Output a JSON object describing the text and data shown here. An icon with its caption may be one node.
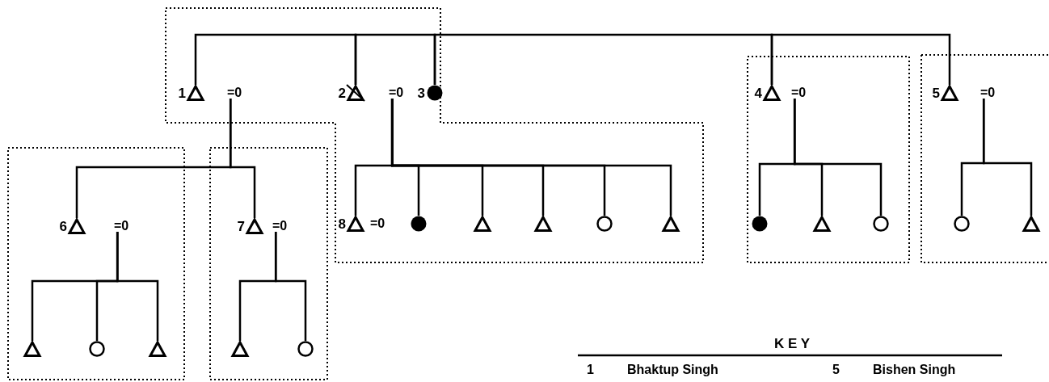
{
  "diagram": {
    "nodes": [
      {
        "text": [],
        "shape": "triangle",
        "beside": [
          "1"
        ]
      },
      {
        "text": [
          "=0"
        ]
      },
      {
        "text": [],
        "shape": "triangle",
        "beside": [
          "2"
        ]
      },
      {
        "text": [
          "=0"
        ]
      },
      {
        "text": [],
        "shape": "disc",
        "beside": [
          "3"
        ]
      },
      {
        "text": [],
        "shape": "triangle",
        "beside": [
          "4"
        ]
      },
      {
        "text": [
          "=0"
        ]
      },
      {
        "text": [],
        "shape": "triangle",
        "beside": [
          "5"
        ]
      },
      {
        "text": [
          "=0"
        ]
      },
      {
        "text": [],
        "shape": "triangle",
        "beside": [
          "6"
        ]
      },
      {
        "text": [
          "=0"
        ]
      },
      {
        "text": [],
        "shape": "triangle",
        "beside": [
          "7"
        ]
      },
      {
        "text": [
          "=0"
        ]
      },
      {
        "text": [],
        "shape": "triangle",
        "beside": [
          "8"
        ]
      },
      {
        "text": [
          "=0"
        ]
      },
      {
        "text": [],
        "shape": "disc"
      },
      {
        "text": [],
        "shape": "triangle"
      },
      {
        "text": [],
        "shape": "triangle"
      },
      {
        "text": [],
        "shape": "circle"
      },
      {
        "text": [],
        "shape": "triangle"
      },
      {
        "text": [],
        "shape": "disc"
      },
      {
        "text": [],
        "shape": "triangle"
      },
      {
        "text": [],
        "shape": "circle"
      },
      {
        "text": [],
        "shape": "circle"
      },
      {
        "text": [],
        "shape": "triangle"
      },
      {
        "text": [],
        "shape": "triangle"
      },
      {
        "text": [],
        "shape": "circle"
      },
      {
        "text": [],
        "shape": "triangle"
      },
      {
        "text": [],
        "shape": "triangle"
      },
      {
        "text": [],
        "shape": "circle"
      }
    ],
    "edges": [
      {
        "from": 0,
        "to": 2,
        "arrow": "none"
      },
      {
        "from": 2,
        "to": 4,
        "arrow": "none"
      },
      {
        "from": 4,
        "to": 5,
        "arrow": "none"
      },
      {
        "from": 5,
        "to": 7,
        "arrow": "none"
      },
      {
        "from": 1,
        "to": 9,
        "arrow": "none"
      },
      {
        "from": 1,
        "to": 11,
        "arrow": "none"
      },
      {
        "from": 3,
        "to": 13,
        "arrow": "none"
      },
      {
        "from": 3,
        "to": 15,
        "arrow": "none"
      },
      {
        "from": 3,
        "to": 16,
        "arrow": "none"
      },
      {
        "from": 3,
        "to": 17,
        "arrow": "none"
      },
      {
        "from": 3,
        "to": 18,
        "arrow": "none"
      },
      {
        "from": 3,
        "to": 19,
        "arrow": "none"
      },
      {
        "from": 6,
        "to": 20,
        "arrow": "none"
      },
      {
        "from": 6,
        "to": 21,
        "arrow": "none"
      },
      {
        "from": 6,
        "to": 22,
        "arrow": "none"
      },
      {
        "from": 8,
        "to": 23,
        "arrow": "none"
      },
      {
        "from": 8,
        "to": 24,
        "arrow": "none"
      },
      {
        "from": 10,
        "to": 25,
        "arrow": "none"
      },
      {
        "from": 10,
        "to": 26,
        "arrow": "none"
      },
      {
        "from": 10,
        "to": 27,
        "arrow": "none"
      },
      {
        "from": 12,
        "to": 28,
        "arrow": "none"
      },
      {
        "from": 12,
        "to": 29,
        "arrow": "none"
      }
    ],
    "labels": [
      "K E Y",
      "1",
      "Bhaktup Singh",
      "5",
      "Bishen Singh"
    ]
  }
}
